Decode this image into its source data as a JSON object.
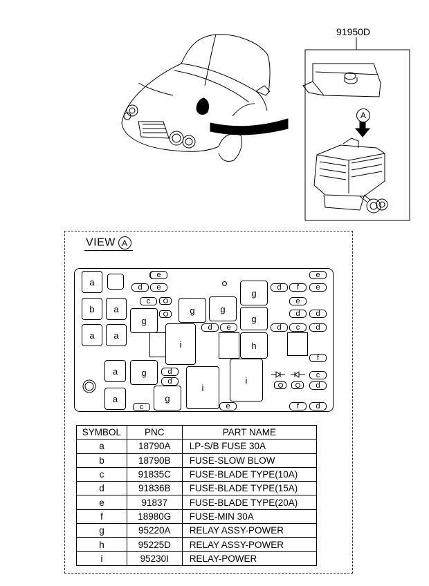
{
  "part_number": "91950D",
  "view": {
    "label": "VIEW",
    "marker": "A"
  },
  "callout_marker": "A",
  "panel": {
    "cells": [
      {
        "id": "c1",
        "label": "a"
      },
      {
        "id": "c2",
        "label": ""
      },
      {
        "id": "c3",
        "label": "b"
      },
      {
        "id": "c4",
        "label": "a"
      },
      {
        "id": "c5",
        "label": "a"
      },
      {
        "id": "c6",
        "label": "a"
      },
      {
        "id": "c7",
        "label": "g"
      },
      {
        "id": "c8",
        "label": "g"
      },
      {
        "id": "c9",
        "label": "g"
      },
      {
        "id": "c10",
        "label": "g"
      },
      {
        "id": "c11",
        "label": "g"
      },
      {
        "id": "c12",
        "label": ""
      },
      {
        "id": "c13",
        "label": "i"
      },
      {
        "id": "c14",
        "label": ""
      },
      {
        "id": "c15",
        "label": "h"
      },
      {
        "id": "c16",
        "label": ""
      },
      {
        "id": "c17",
        "label": "a"
      },
      {
        "id": "c18",
        "label": "g"
      },
      {
        "id": "c19",
        "label": "i"
      },
      {
        "id": "c20",
        "label": "i"
      },
      {
        "id": "c21",
        "label": "a"
      },
      {
        "id": "c22",
        "label": "g"
      },
      {
        "id": "c23",
        "label": ""
      }
    ],
    "fuses": [
      "e",
      "e",
      "d",
      "e",
      "c",
      "d",
      "e",
      "e",
      "d",
      "f",
      "e",
      "e",
      "d",
      "d",
      "d",
      "c",
      "d",
      "f",
      "d",
      "d",
      "c",
      "d",
      "c",
      "e",
      "f",
      "d"
    ]
  },
  "legend": {
    "headers": [
      "SYMBOL",
      "PNC",
      "PART NAME"
    ],
    "rows": [
      [
        "a",
        "18790A",
        "LP-S/B FUSE 30A"
      ],
      [
        "b",
        "18790B",
        "FUSE-SLOW BLOW"
      ],
      [
        "c",
        "91835C",
        "FUSE-BLADE TYPE(10A)"
      ],
      [
        "d",
        "91836B",
        "FUSE-BLADE TYPE(15A)"
      ],
      [
        "e",
        "91837",
        "FUSE-BLADE TYPE(20A)"
      ],
      [
        "f",
        "18980G",
        "FUSE-MIN 30A"
      ],
      [
        "g",
        "95220A",
        "RELAY ASSY-POWER"
      ],
      [
        "h",
        "95225D",
        "RELAY ASSY-POWER"
      ],
      [
        "i",
        "95230I",
        "RELAY-POWER"
      ]
    ]
  }
}
